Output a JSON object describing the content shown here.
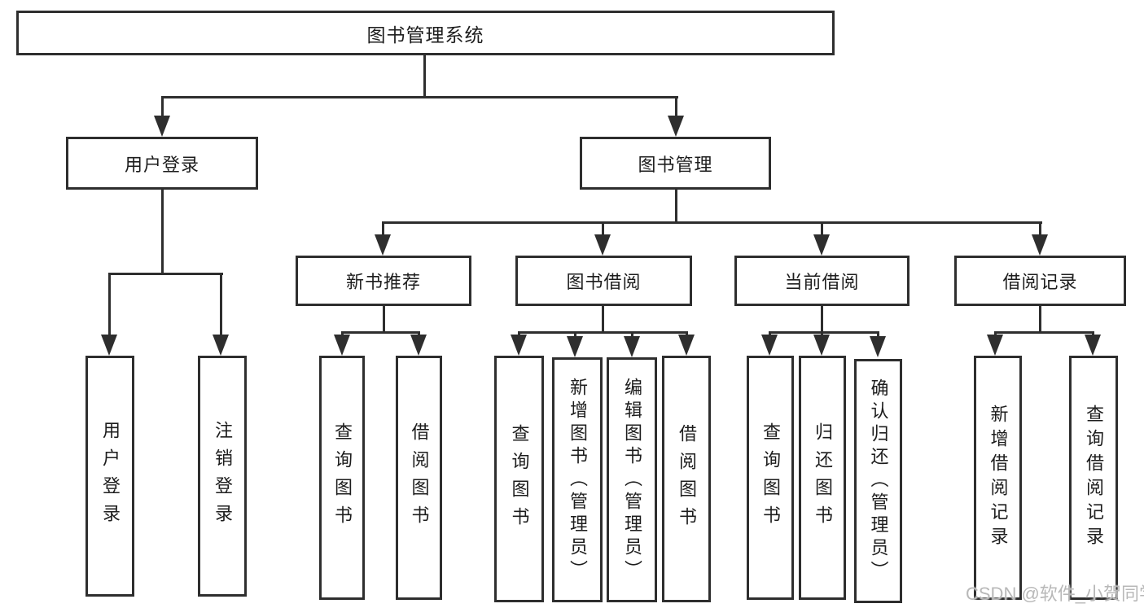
{
  "colors": {
    "line": "#2e2e2e",
    "text": "#1d1d1d",
    "background": "#ffffff",
    "watermark": "#b8b8b8"
  },
  "watermark": {
    "text": "CSDN @软件_小贺同学"
  },
  "tree": {
    "label": "图书管理系统",
    "children": [
      {
        "label": "用户登录",
        "children": [
          {
            "label": "用户登录"
          },
          {
            "label": "注销登录"
          }
        ]
      },
      {
        "label": "图书管理",
        "children": [
          {
            "label": "新书推荐",
            "children": [
              {
                "label": "查询图书"
              },
              {
                "label": "借阅图书"
              }
            ]
          },
          {
            "label": "图书借阅",
            "children": [
              {
                "label": "查询图书"
              },
              {
                "label": "新增图书（管理员）"
              },
              {
                "label": "编辑图书（管理员）"
              },
              {
                "label": "借阅图书"
              }
            ]
          },
          {
            "label": "当前借阅",
            "children": [
              {
                "label": "查询图书"
              },
              {
                "label": "归还图书"
              },
              {
                "label": "确认归还（管理员）"
              }
            ]
          },
          {
            "label": "借阅记录",
            "children": [
              {
                "label": "新增借阅记录"
              },
              {
                "label": "查询借阅记录"
              }
            ]
          }
        ]
      }
    ]
  }
}
